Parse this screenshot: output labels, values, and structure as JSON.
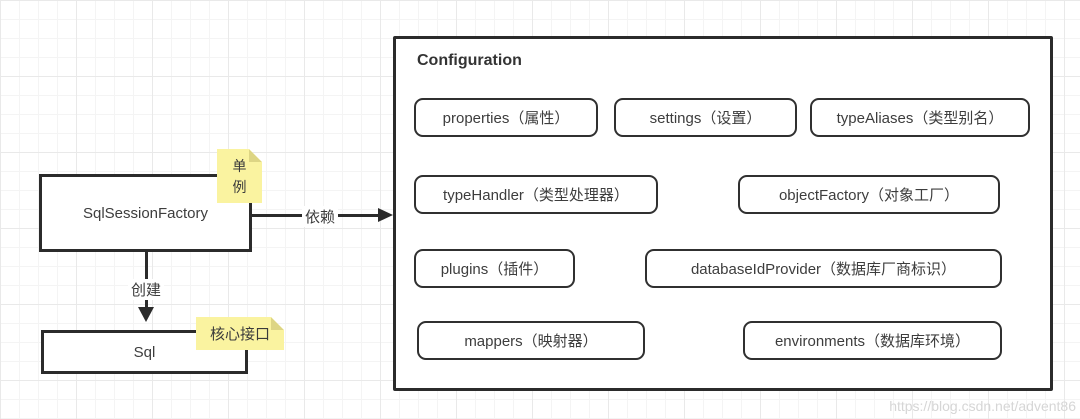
{
  "diagram": {
    "config": {
      "title": "Configuration",
      "items": [
        "properties（属性）",
        "settings（设置）",
        "typeAliases（类型别名）",
        "typeHandler（类型处理器）",
        "objectFactory（对象工厂）",
        "plugins（插件）",
        "databaseIdProvider（数据库厂商标识）",
        "mappers（映射器）",
        "environments（数据库环境）"
      ]
    },
    "factory_label": "SqlSessionFactory",
    "sql_label": "Sql",
    "notes": {
      "singleton": "单例",
      "core_interface": "核心接口"
    },
    "edges": {
      "depend_label": "依赖",
      "create_label": "创建"
    },
    "watermark": "https://blog.csdn.net/advent86",
    "colors": {
      "border": "#2b2b2b",
      "note_bg": "#faf3a0",
      "note_fold": "#ddd584",
      "text": "#3d3d3d",
      "watermark": "#d6d6d6"
    }
  }
}
